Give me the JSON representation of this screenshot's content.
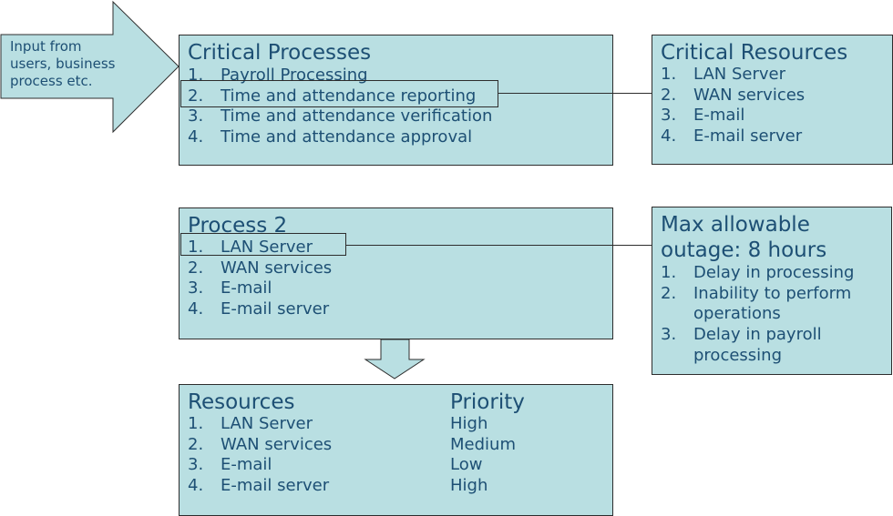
{
  "input_arrow": {
    "lines": [
      "Input from",
      "users, business",
      "process etc."
    ]
  },
  "critical_processes": {
    "title": "Critical Processes",
    "items": [
      {
        "num": "1.",
        "text": "Payroll Processing"
      },
      {
        "num": "2.",
        "text": "Time and attendance reporting"
      },
      {
        "num": "3.",
        "text": "Time and attendance verification"
      },
      {
        "num": "4.",
        "text": "Time and attendance approval"
      }
    ]
  },
  "critical_resources": {
    "title": "Critical Resources",
    "items": [
      {
        "num": "1.",
        "text": "LAN Server"
      },
      {
        "num": "2.",
        "text": "WAN services"
      },
      {
        "num": "3.",
        "text": "E-mail"
      },
      {
        "num": "4.",
        "text": "E-mail server"
      }
    ]
  },
  "process_2": {
    "title": "Process 2",
    "items": [
      {
        "num": "1.",
        "text": "LAN Server"
      },
      {
        "num": "2.",
        "text": "WAN services"
      },
      {
        "num": "3.",
        "text": "E-mail"
      },
      {
        "num": "4.",
        "text": "E-mail server"
      }
    ]
  },
  "max_outage": {
    "title_line1": "Max allowable",
    "title_line2": "outage: 8 hours",
    "items": [
      {
        "num": "1.",
        "text": "Delay in processing"
      },
      {
        "num": "2.",
        "text": "Inability to perform operations"
      },
      {
        "num": "3.",
        "text": "Delay in payroll processing"
      }
    ]
  },
  "resources": {
    "title": "Resources",
    "priority_title": "Priority",
    "items": [
      {
        "num": "1.",
        "text": "LAN Server",
        "priority": "High"
      },
      {
        "num": "2.",
        "text": "WAN services",
        "priority": "Medium"
      },
      {
        "num": "3.",
        "text": "E-mail",
        "priority": "Low"
      },
      {
        "num": "4.",
        "text": "E-mail server",
        "priority": "High"
      }
    ]
  },
  "colors": {
    "box_fill": "#b9dfe2",
    "border": "#2d2d2d",
    "text": "#1d4f74"
  }
}
